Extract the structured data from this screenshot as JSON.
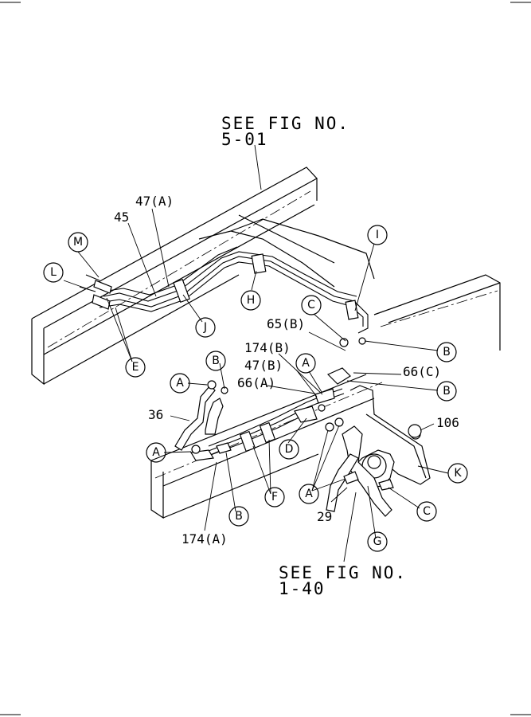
{
  "references": {
    "top_line1": "SEE FIG NO.",
    "top_line2": "5-01",
    "bottom_line1": "SEE FIG NO.",
    "bottom_line2": "1-40"
  },
  "part_labels": {
    "p47a": "47(A)",
    "p45": "45",
    "p65b": "65(B)",
    "p174b": "174(B)",
    "p47b": "47(B)",
    "p66a": "66(A)",
    "p66c": "66(C)",
    "p36": "36",
    "p106": "106",
    "p29": "29",
    "p174a": "174(A)"
  },
  "callouts": {
    "M": "M",
    "L": "L",
    "E": "E",
    "J": "J",
    "H": "H",
    "I": "I",
    "C1": "C",
    "B1": "B",
    "B2": "B",
    "A1": "A",
    "B3": "B",
    "A2": "A",
    "A3": "A",
    "D": "D",
    "F": "F",
    "B4": "B",
    "K": "K",
    "C2": "C",
    "A4": "A",
    "G": "G"
  }
}
